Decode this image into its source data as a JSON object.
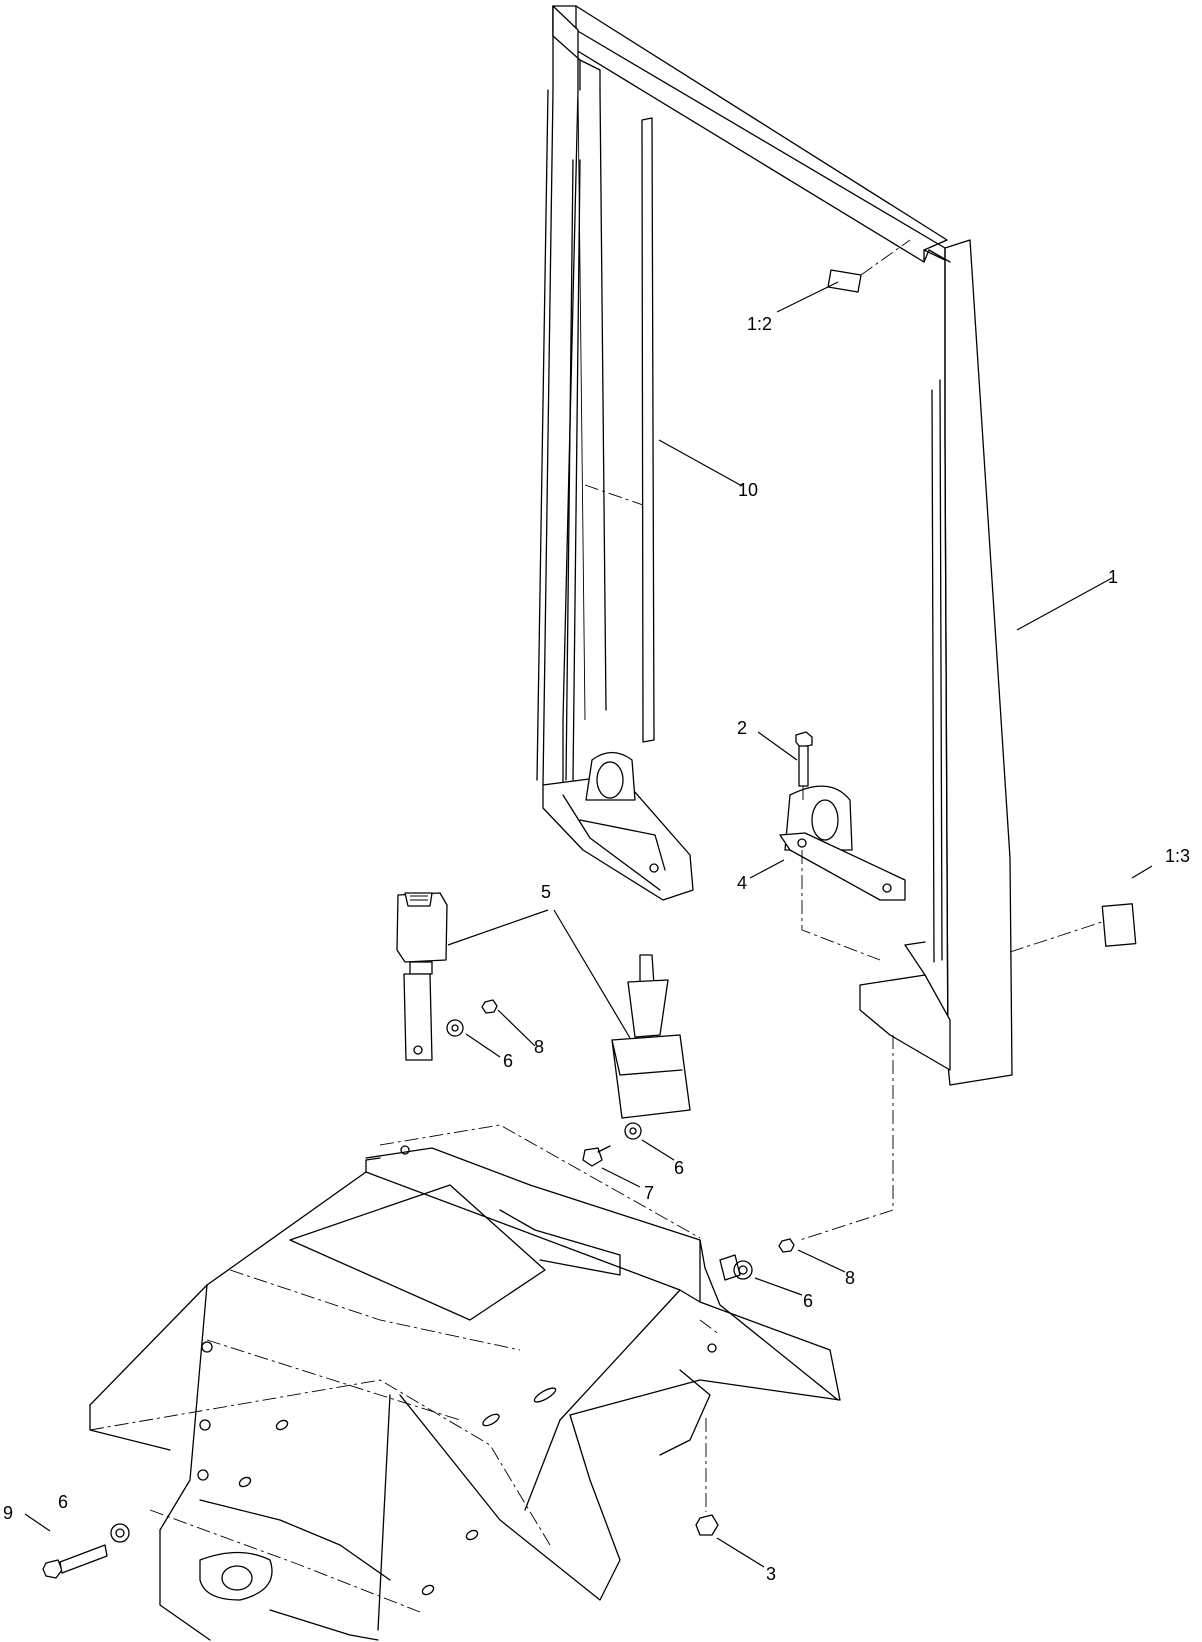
{
  "callouts": {
    "c1": "1",
    "c1_2": "1:2",
    "c1_3": "1:3",
    "c2": "2",
    "c3": "3",
    "c4": "4",
    "c5": "5",
    "c6a": "6",
    "c6b": "6",
    "c6c": "6",
    "c6d": "6",
    "c7": "7",
    "c8a": "8",
    "c8b": "8",
    "c9": "9",
    "c10": "10"
  }
}
